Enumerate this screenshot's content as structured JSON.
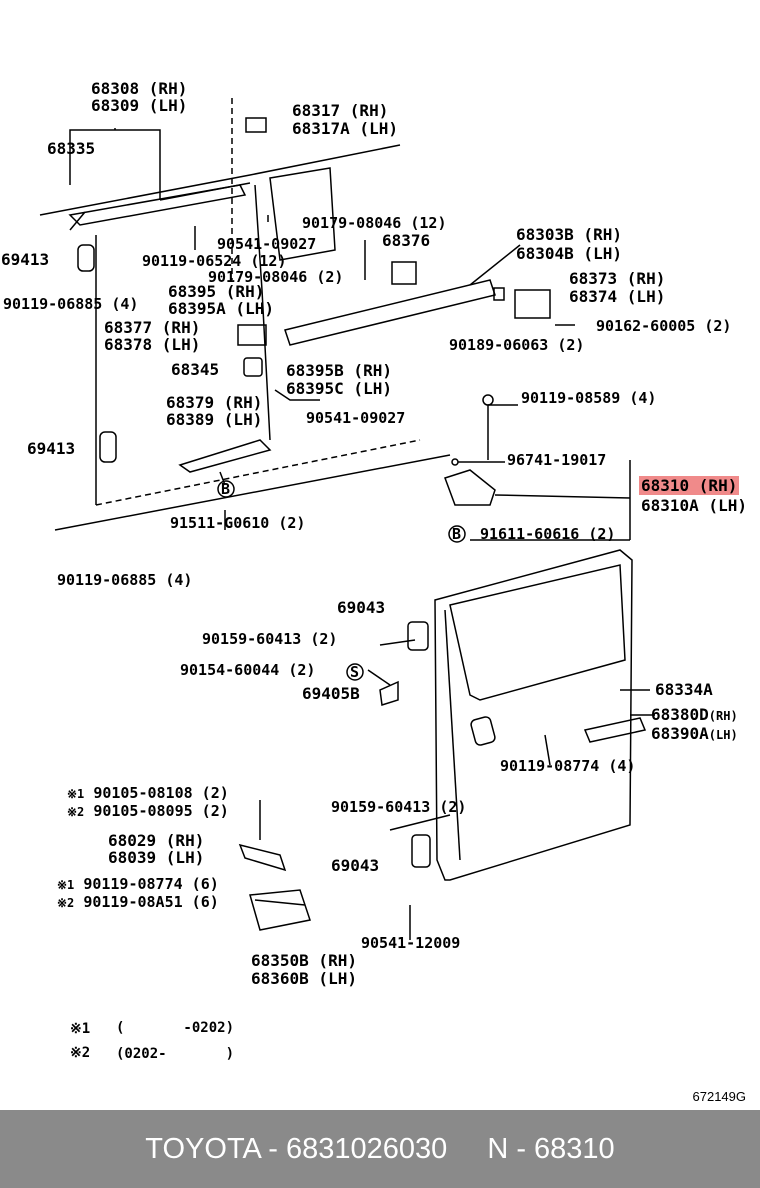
{
  "labels": {
    "l68308": "68308 (RH)",
    "l68309": "68309 (LH)",
    "l68317": "68317 (RH)",
    "l68317a": "68317A (LH)",
    "l68335": "68335",
    "l69413a": "69413",
    "l90119_06524": "90119-06524 (12)",
    "l90541_09027a": "90541-09027",
    "l90179_08046a": "90179-08046 (12)",
    "l68376": "68376",
    "l90179_08046b": "90179-08046 (2)",
    "l68303b": "68303B (RH)",
    "l68304b": "68304B (LH)",
    "l90119_06885a": "90119-06885 (4)",
    "l68395": "68395 (RH)",
    "l68395a": "68395A (LH)",
    "l68373": "68373 (RH)",
    "l68374": "68374 (LH)",
    "l68377": "68377 (RH)",
    "l68378": "68378 (LH)",
    "l90162_60005": "90162-60005 (2)",
    "l90189_06063": "90189-06063 (2)",
    "l68345": "68345",
    "l68395b": "68395B (RH)",
    "l68395c": "68395C (LH)",
    "l90119_08589": "90119-08589 (4)",
    "l68379": "68379 (RH)",
    "l68389": "68389 (LH)",
    "l90541_09027b": "90541-09027",
    "l69413b": "69413",
    "l96741_19017": "96741-19017",
    "l68310": "68310 (RH)",
    "l68310a": "68310A (LH)",
    "l91511_g0610": "91511-G0610 (2)",
    "l91611_60616": "91611-60616 (2)",
    "l90119_06885b": "90119-06885 (4)",
    "l69043a": "69043",
    "l90159_60413a": "90159-60413 (2)",
    "l90154_60044": "90154-60044 (2)",
    "l69405b": "69405B",
    "l68334a": "68334A",
    "l68380d": "68380D",
    "l68380d_s": "(RH)",
    "l68390a": "68390A",
    "l68390a_s": "(LH)",
    "l90119_08774a": "90119-08774 (4)",
    "l90105_08108": "90105-08108 (2)",
    "l90105_08095": "90105-08095 (2)",
    "l90159_60413b": "90159-60413 (2)",
    "l68029": "68029 (RH)",
    "l68039": "68039 (LH)",
    "l69043b": "69043",
    "l90119_08774b": "90119-08774 (6)",
    "l90119_08a51": "90119-08A51 (6)",
    "l90541_12009": "90541-12009",
    "l68350b": "68350B (RH)",
    "l68360b": "68360B (LH)"
  },
  "marks": {
    "note1": "※1",
    "note2": "※2",
    "circle_b": "B",
    "circle_s": "S"
  },
  "notes": {
    "n1_label": "※1",
    "n1_range": "(       -0202)",
    "n2_label": "※2",
    "n2_range": "(0202-       )"
  },
  "diagram_code": "672149G",
  "footer": {
    "brand": "TOYOTA",
    "part_number": "6831026030",
    "ref": "N - 68310"
  },
  "colors": {
    "highlight": "#f08a8a",
    "footer_bg": "#8a8a8a",
    "footer_text": "#ffffff"
  }
}
